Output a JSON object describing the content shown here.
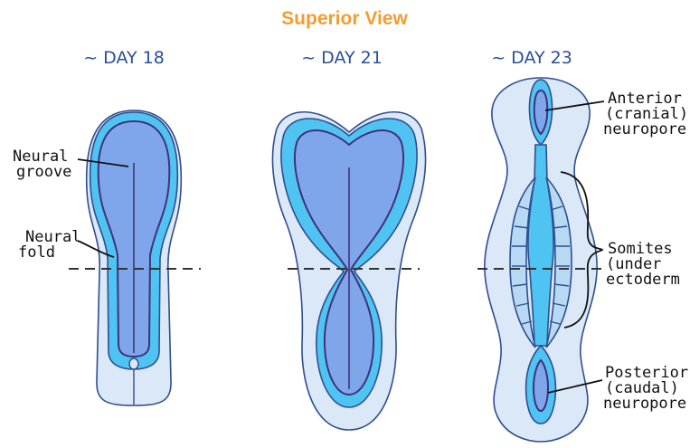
{
  "title": "Superior View",
  "panels": [
    {
      "day": "~ DAY 18"
    },
    {
      "day": "~ DAY 21"
    },
    {
      "day": "~ DAY 23"
    }
  ],
  "labels": {
    "neural_groove": [
      "Neural",
      "groove"
    ],
    "neural_fold": [
      "Neural",
      "fold"
    ],
    "anterior": [
      "Anterior",
      "(cranial)",
      "neuropore"
    ],
    "somites": [
      "Somites",
      "(under",
      "ectoderm"
    ],
    "posterior": [
      "Posterior",
      "(caudal)",
      "neuropore"
    ]
  },
  "colors": {
    "title": "#f39c32",
    "day_label": "#2a4f9c",
    "ectoderm": "#dbe8f7",
    "neural_fold": "#4fc3f2",
    "neural_groove": "#7fa6ea",
    "outline": "#2f4e8f"
  }
}
